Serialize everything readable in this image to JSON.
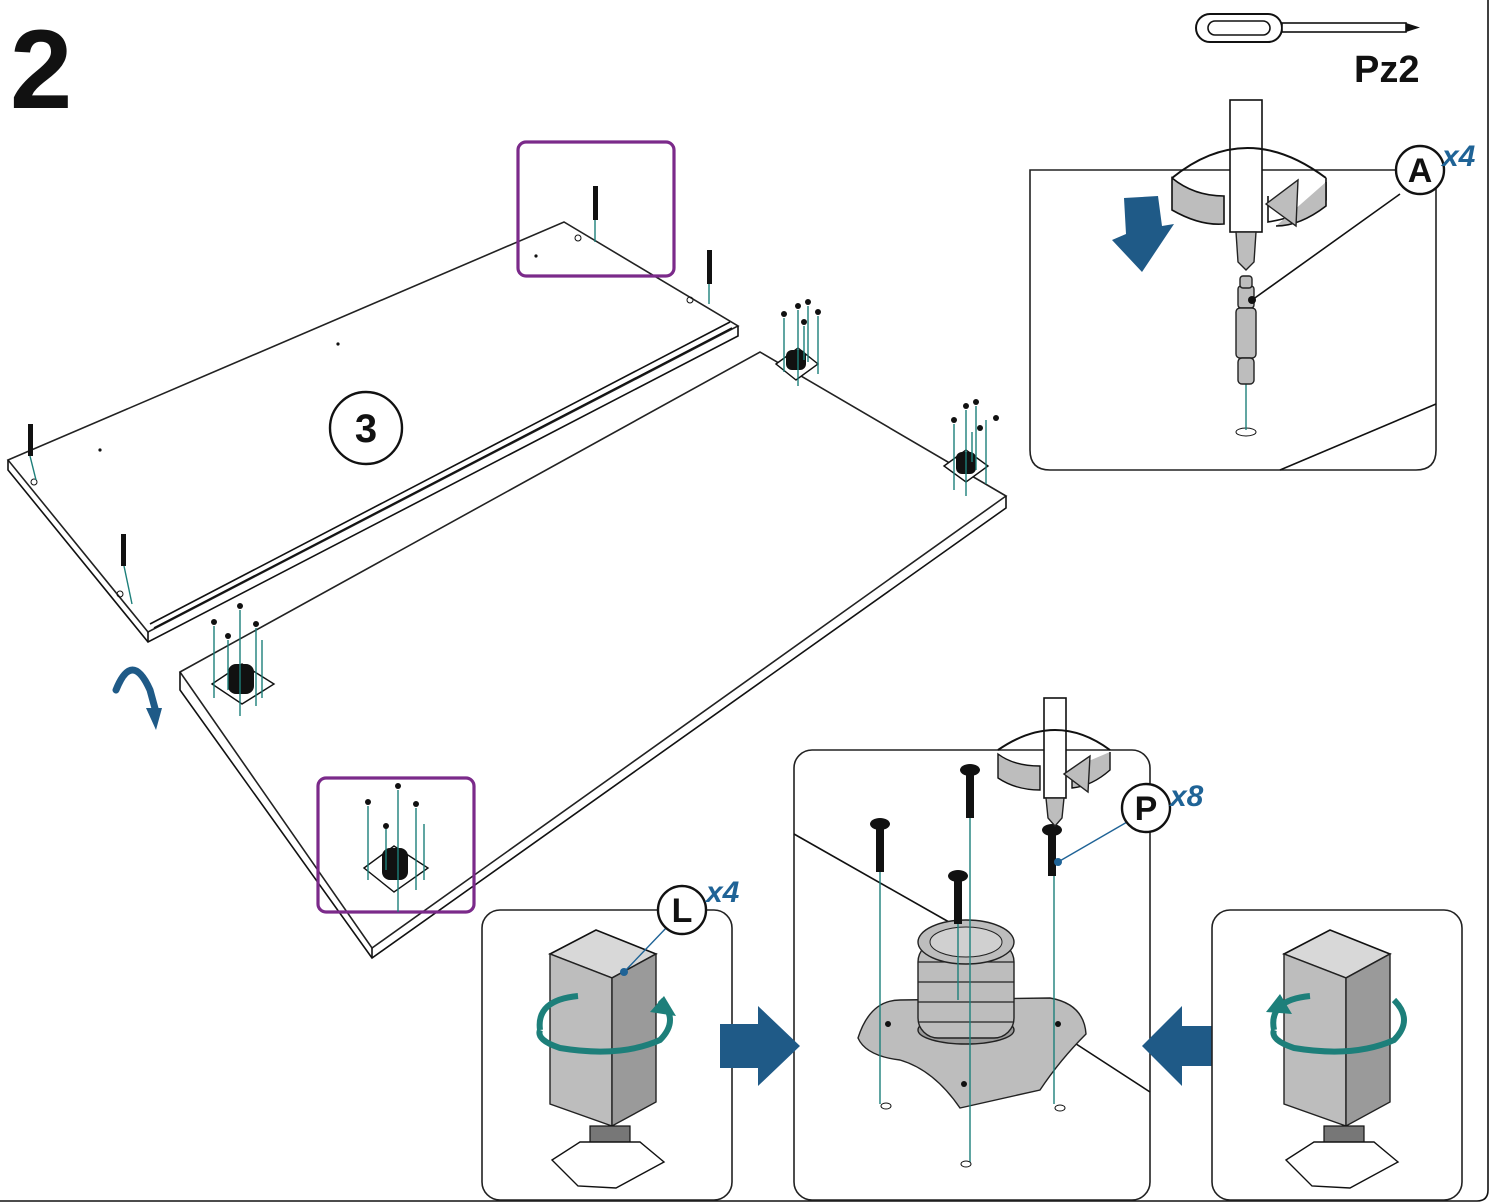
{
  "step_number": "2",
  "tool": {
    "name": "screwdriver-icon",
    "label": "Pz2"
  },
  "panel_number": "3",
  "parts": {
    "A": {
      "label": "A",
      "quantity": "x4"
    },
    "P": {
      "label": "P",
      "quantity": "x8"
    },
    "L": {
      "label": "L",
      "quantity": "x4"
    }
  },
  "colors": {
    "arrow_blue": "#1f5a87",
    "teal": "#1d7f7a",
    "highlight_purple": "#7b2a8a",
    "quantity_blue": "#1f6396",
    "part_grey": "#bdbdbd"
  }
}
